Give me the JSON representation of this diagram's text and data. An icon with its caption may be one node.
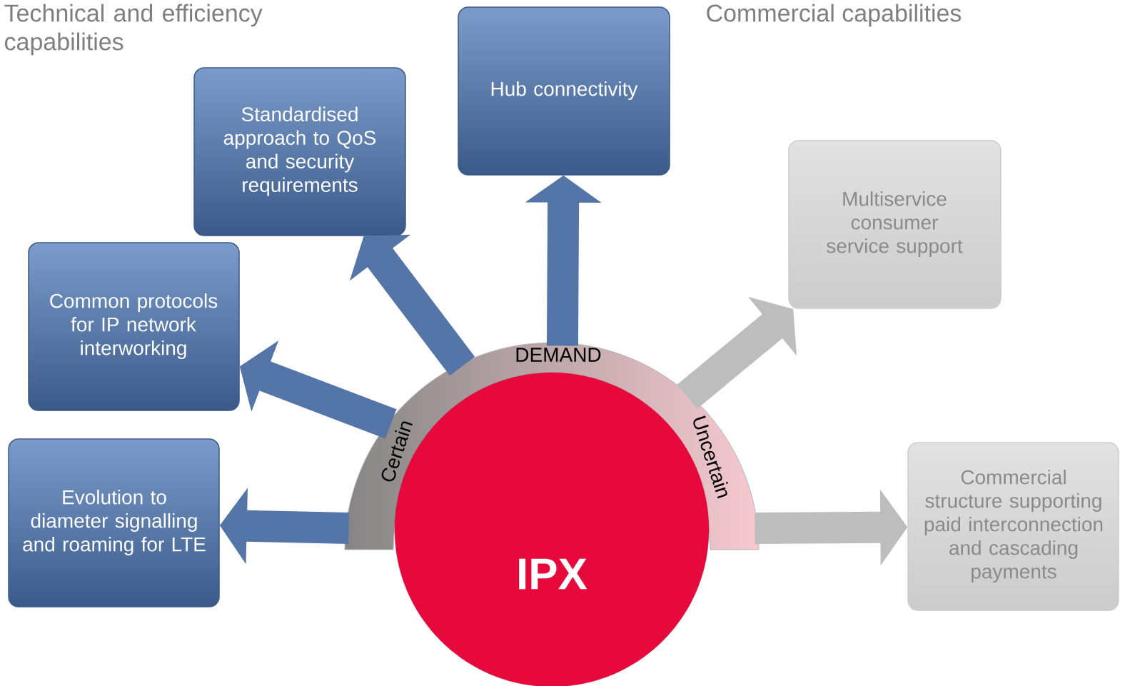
{
  "diagram": {
    "nodes": [
      {
        "text": [
          "Hub connectivity"
        ]
      },
      {
        "text": [
          "Standardised approach to QoS and security requirements"
        ]
      },
      {
        "text": [
          "Multiservice consumer service support"
        ]
      },
      {
        "text": [
          "Common protocols for IP network interworking"
        ]
      },
      {
        "text": [
          "DEMAND",
          "Certain",
          "Uncertain"
        ]
      },
      {
        "text": [
          "Evolution to diameter signalling and roaming for LTE"
        ]
      },
      {
        "text": [
          "IPX"
        ]
      },
      {
        "text": [
          "Commercial structure supporting paid interconnection and cascading payments"
        ]
      }
    ],
    "edges": [
      {
        "from": 4,
        "to": 5,
        "arrow": "to"
      },
      {
        "from": 4,
        "to": 3,
        "arrow": "to"
      },
      {
        "from": 4,
        "to": 1,
        "arrow": "to"
      },
      {
        "from": 4,
        "to": 0,
        "arrow": "to"
      },
      {
        "from": 4,
        "to": 2,
        "arrow": "to",
        "color": "#bdbdbd"
      },
      {
        "from": 4,
        "to": 7,
        "arrow": "to",
        "color": "#bdbdbd"
      }
    ],
    "labels": [
      "Technical and efficiency capabilities",
      "Commercial capabilities"
    ]
  }
}
